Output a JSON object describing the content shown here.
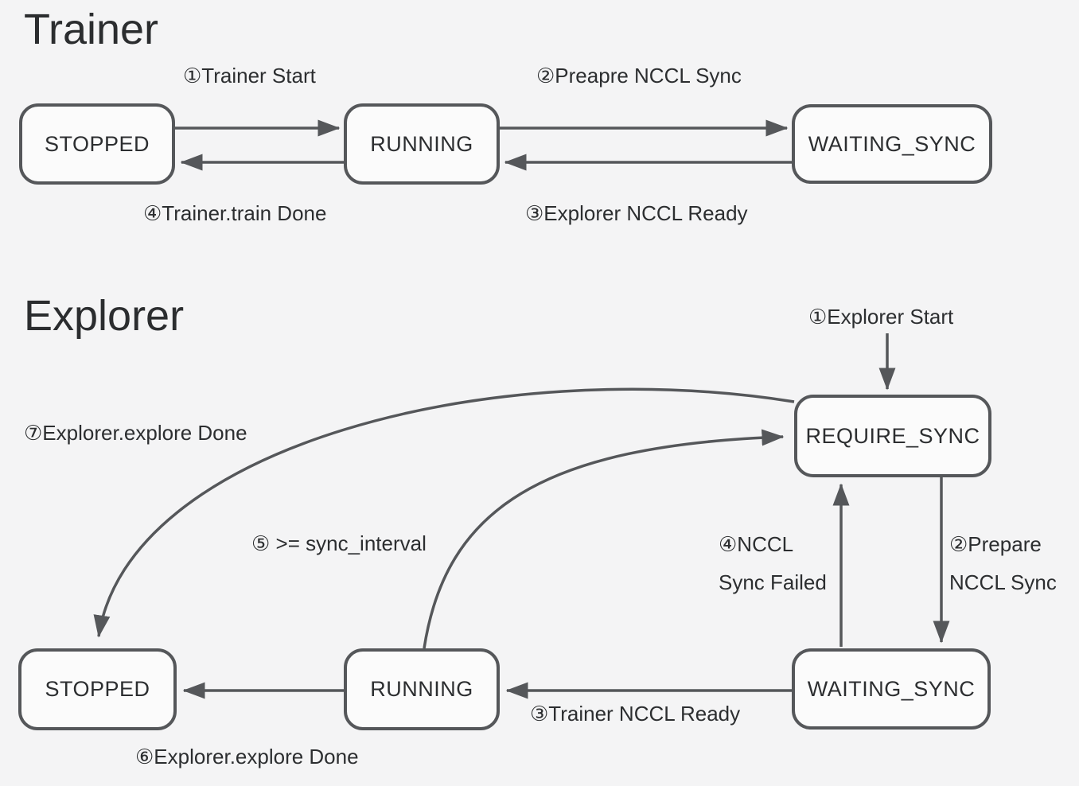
{
  "colors": {
    "background": "#f4f4f5",
    "stroke": "#55575a",
    "text": "#2c2e30",
    "state_fill": "#fbfbfb"
  },
  "trainer": {
    "title": "Trainer",
    "states": {
      "stopped": "STOPPED",
      "running": "RUNNING",
      "waiting_sync": "WAITING_SYNC"
    },
    "transitions": {
      "t1": "①Trainer Start",
      "t2": "②Preapre NCCL Sync",
      "t3": "③Explorer NCCL Ready",
      "t4": "④Trainer.train Done"
    }
  },
  "explorer": {
    "title": "Explorer",
    "states": {
      "stopped": "STOPPED",
      "running": "RUNNING",
      "require_sync": "REQUIRE_SYNC",
      "waiting_sync": "WAITING_SYNC"
    },
    "transitions": {
      "t1": "①Explorer Start",
      "t2_line1": "②Prepare",
      "t2_line2": "NCCL Sync",
      "t3": "③Trainer NCCL Ready",
      "t4_line1": "④NCCL",
      "t4_line2": "Sync Failed",
      "t5": "⑤ >= sync_interval",
      "t6": "⑥Explorer.explore Done",
      "t7": "⑦Explorer.explore Done"
    }
  }
}
